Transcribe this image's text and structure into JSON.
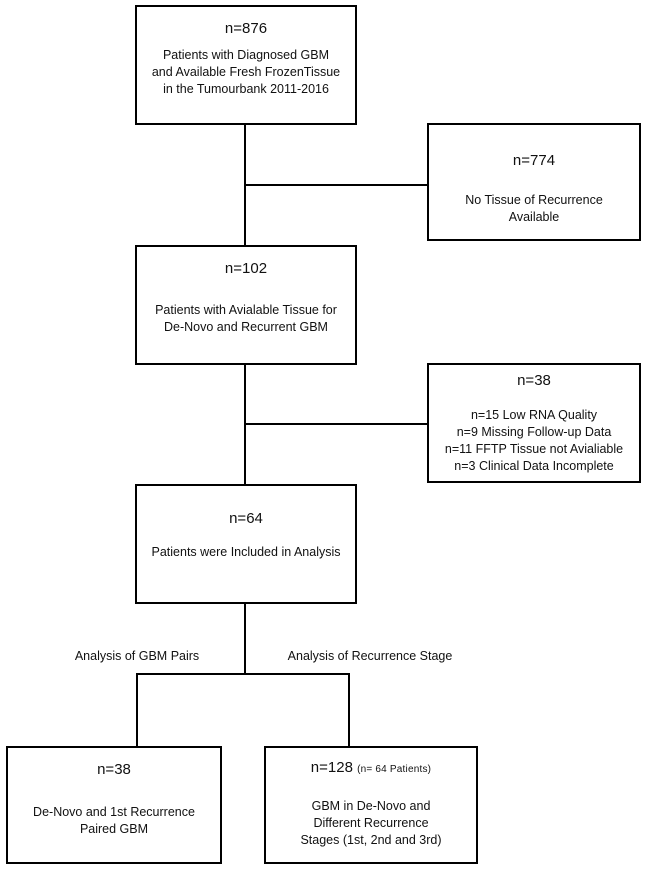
{
  "flow": {
    "colors": {
      "line": "#000000",
      "text": "#111111",
      "background": "#ffffff"
    },
    "boxes": [
      {
        "n": "n=876",
        "lines": [
          "Patients with Diagnosed GBM",
          "and Available Fresh FrozenTissue",
          "in the Tumourbank 2011-2016"
        ]
      },
      {
        "n": "n=774",
        "lines": [
          "No Tissue of Recurrence",
          "Available"
        ]
      },
      {
        "n": "n=102",
        "lines": [
          "Patients with Avialable Tissue for",
          "De-Novo and Recurrent GBM"
        ]
      },
      {
        "n": "n=38",
        "lines": [
          "n=15 Low RNA Quality",
          "n=9 Missing Follow-up Data",
          "n=11 FFTP Tissue not Avialiable",
          "n=3 Clinical Data Incomplete"
        ]
      },
      {
        "n": "n=64",
        "lines": [
          "Patients were Included in Analysis"
        ]
      },
      {
        "n": "n=38",
        "lines": [
          "De-Novo and 1st Recurrence",
          "Paired GBM"
        ]
      },
      {
        "n": "n=128",
        "n_suffix": "(n= 64 Patients)",
        "lines": [
          "GBM in De-Novo and",
          "Different Recurrence",
          "Stages (1st, 2nd and 3rd)"
        ]
      }
    ],
    "branch_labels": {
      "left": "Analysis of GBM Pairs",
      "right": "Analysis of Recurrence Stage"
    }
  }
}
